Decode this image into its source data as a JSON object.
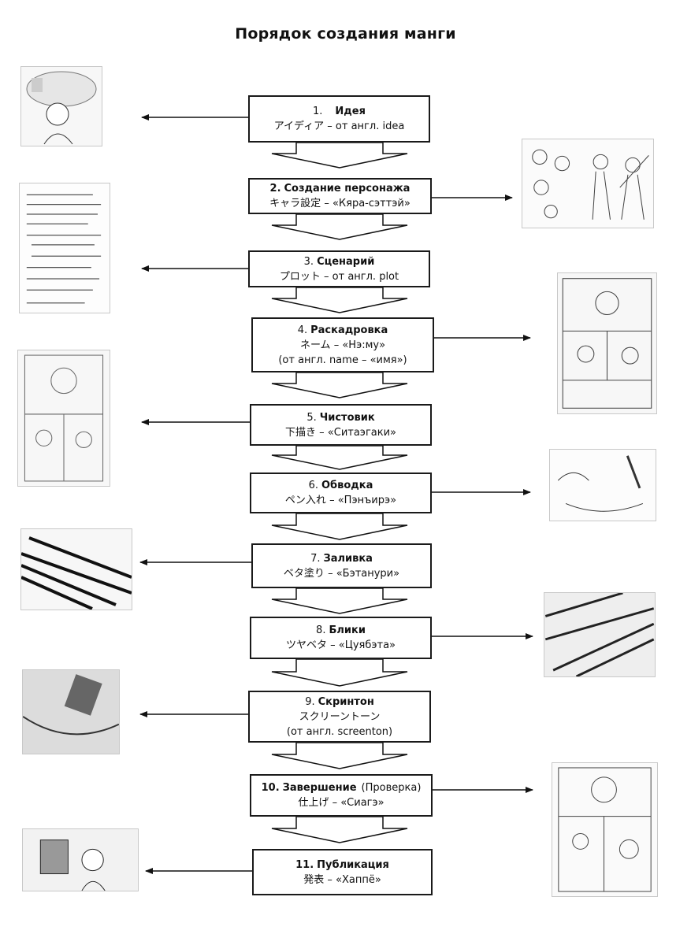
{
  "title": "Порядок создания манги",
  "steps": [
    {
      "num": "1.",
      "name": "Идея",
      "note": "",
      "jp": "アイディア",
      "reading": "– от англ. idea",
      "extra": ""
    },
    {
      "num": "2.",
      "name": "Создание персонажа",
      "note": "",
      "jp": "キャラ設定",
      "reading": "– «Кяра-сэттэй»",
      "extra": ""
    },
    {
      "num": "3.",
      "name": "Сценарий",
      "note": "",
      "jp": "プロット",
      "reading": "– от англ. plot",
      "extra": ""
    },
    {
      "num": "4.",
      "name": "Раскадровка",
      "note": "",
      "jp": "ネーム",
      "reading": "– «Нэ:му»",
      "extra": "(от англ. name – «имя»)"
    },
    {
      "num": "5.",
      "name": "Чистовик",
      "note": "",
      "jp": "下描き",
      "reading": "– «Ситаэгаки»",
      "extra": ""
    },
    {
      "num": "6.",
      "name": "Обводка",
      "note": "",
      "jp": "ペン入れ",
      "reading": "– «Пэнъирэ»",
      "extra": ""
    },
    {
      "num": "7.",
      "name": "Заливка",
      "note": "",
      "jp": "ベタ塗り",
      "reading": "– «Бэтанури»",
      "extra": ""
    },
    {
      "num": "8.",
      "name": "Блики",
      "note": "",
      "jp": "ツヤベタ",
      "reading": "– «Цуябэта»",
      "extra": ""
    },
    {
      "num": "9.",
      "name": "Скринтон",
      "note": "",
      "jp": "スクリーントーン",
      "reading": "",
      "extra": "(от англ. screenton)"
    },
    {
      "num": "10.",
      "name": "Завершение",
      "note": "(Проверка)",
      "jp": "仕上げ",
      "reading": "– «Сиагэ»",
      "extra": ""
    },
    {
      "num": "11.",
      "name": "Публикация",
      "note": "",
      "jp": "発表",
      "reading": "– «Хаппё»",
      "extra": ""
    }
  ]
}
